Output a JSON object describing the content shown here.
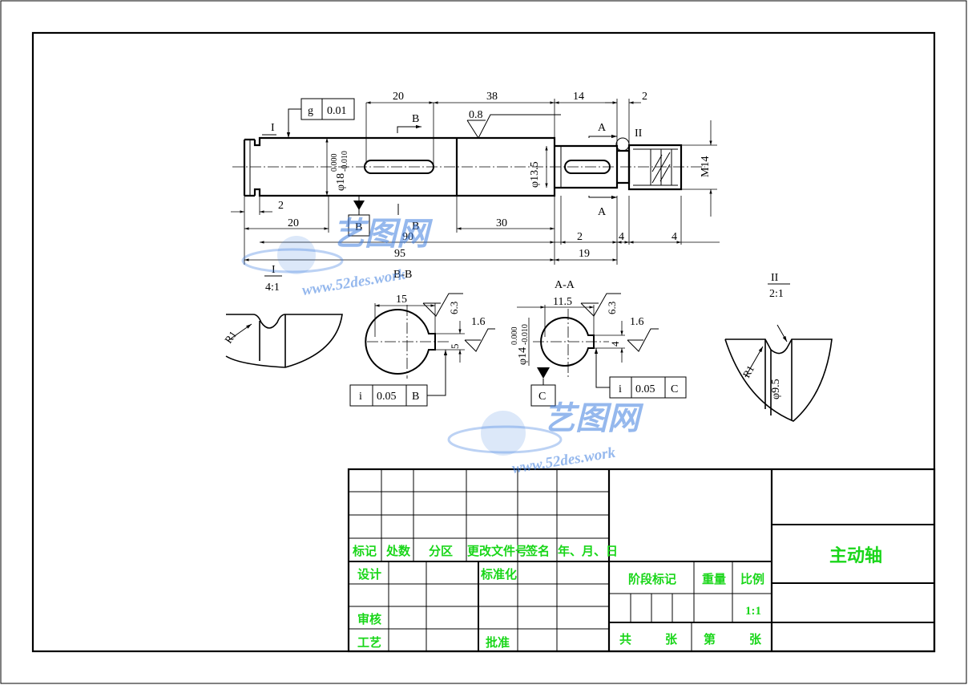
{
  "drawing": {
    "part_name": "主动轴",
    "scale_value": "1:1",
    "dims": {
      "d20a": "20",
      "d38": "38",
      "d14": "14",
      "d2a": "2",
      "d20b": "20",
      "d30": "30",
      "d90": "90",
      "d95": "95",
      "d2b": "2",
      "d4a": "4",
      "d4b": "4",
      "d19": "19",
      "d2c": "2",
      "phi18": "φ18",
      "phi18_up": "0.000",
      "phi18_lo": "-0.010",
      "phi135": "φ13.5",
      "m14": "M14",
      "rough08": "0.8",
      "d15": "15",
      "d63a": "6.3",
      "d16a": "1.6",
      "d5": "5",
      "d115": "11.5",
      "d63b": "6.3",
      "d16b": "1.6",
      "d4c": "4",
      "phi14": "φ14",
      "phi14_up": "0.000",
      "phi14_lo": "-0.010",
      "r1a": "R1",
      "r1b": "R1",
      "phi95": "φ9.5"
    },
    "tolerances": {
      "top": {
        "symbol": "g",
        "value": "0.01"
      },
      "bb": {
        "symbol": "i",
        "value": "0.05",
        "datum": "B"
      },
      "aa": {
        "symbol": "i",
        "value": "0.05",
        "datum": "C"
      }
    },
    "datums": {
      "b": "B",
      "c": "C"
    },
    "labels": {
      "sec_b": "B",
      "sec_b2": "B",
      "sec_a": "A",
      "sec_a2": "A",
      "view_i": "I",
      "view_ii": "II",
      "detail_i": "I",
      "detail_i_scale": "4:1",
      "detail_ii": "II",
      "detail_ii_scale": "2:1",
      "section_bb": "B-B",
      "section_aa": "A-A"
    }
  },
  "title_block": {
    "headers": [
      "标记",
      "处数",
      "分区",
      "更改文件号",
      "签名",
      "年、月、日"
    ],
    "design": "设计",
    "standardization": "标准化",
    "review": "审核",
    "process": "工艺",
    "approve": "批准",
    "stage_mark": "阶段标记",
    "weight": "重量",
    "scale": "比例",
    "total": "共",
    "sheets_a": "张",
    "sheet_no": "第",
    "sheets_b": "张"
  },
  "watermark": {
    "brand": "艺图网",
    "url": "www.52des.work"
  }
}
